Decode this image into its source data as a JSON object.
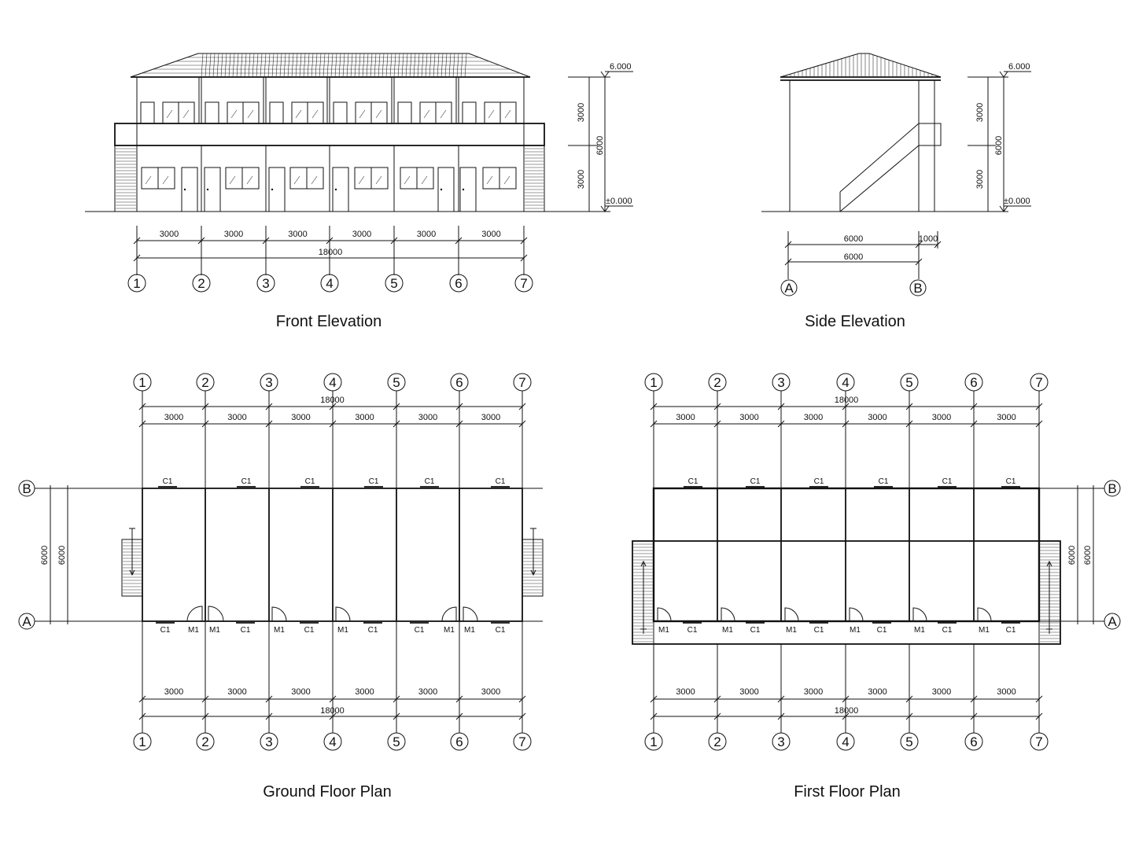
{
  "titles": {
    "front": "Front Elevation",
    "side": "Side Elevation",
    "ground": "Ground Floor Plan",
    "first": "First Floor Plan"
  },
  "grid": {
    "numbers": [
      "1",
      "2",
      "3",
      "4",
      "5",
      "6",
      "7"
    ],
    "letters": [
      "A",
      "B"
    ]
  },
  "dimensions": {
    "bay": "3000",
    "total": "18000",
    "depth": "6000",
    "stair": "1000",
    "height_total": "6000",
    "height_floor": "3000"
  },
  "levels": {
    "roof": "6.000",
    "ground": "±0.000"
  },
  "tags": {
    "window": "C1",
    "door": "M1"
  }
}
